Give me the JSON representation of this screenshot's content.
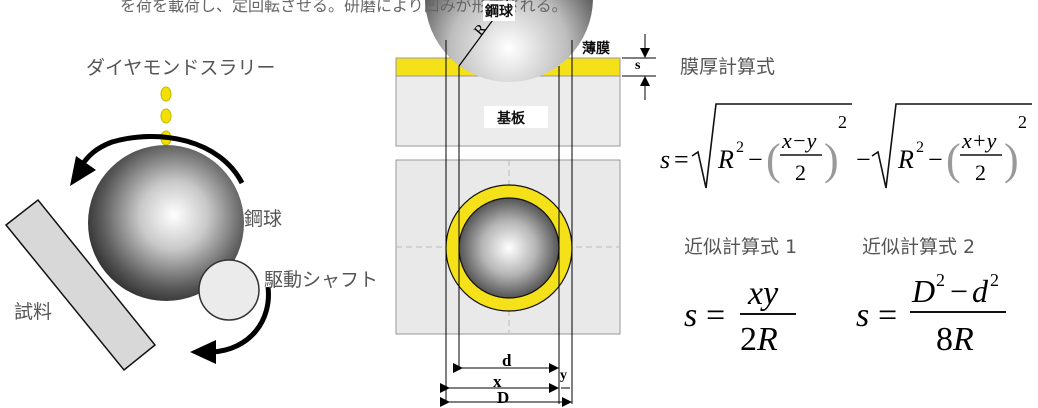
{
  "labels": {
    "top_caption": "を荷を載荷し、定回転させる。研磨により凹みが形成される。",
    "slurry": "ダイヤモンドスラリー",
    "steel_ball_left": "鋼球",
    "steel_ball_top": "鋼球",
    "drive_shaft": "駆動シャフト",
    "sample": "試料",
    "thin_film": "薄膜",
    "substrate": "基板",
    "radius": "R",
    "s": "s",
    "d": "d",
    "x": "x",
    "y": "y",
    "D": "D"
  },
  "formulas": {
    "thickness_title": "膜厚計算式",
    "approx1_title": "近似計算式 1",
    "approx2_title": "近似計算式 2"
  },
  "colors": {
    "film_yellow": "#f5e11a",
    "block_gray": "#e9e9e9",
    "drop_yellow": "#f2e000",
    "arrow_black": "#111111"
  }
}
